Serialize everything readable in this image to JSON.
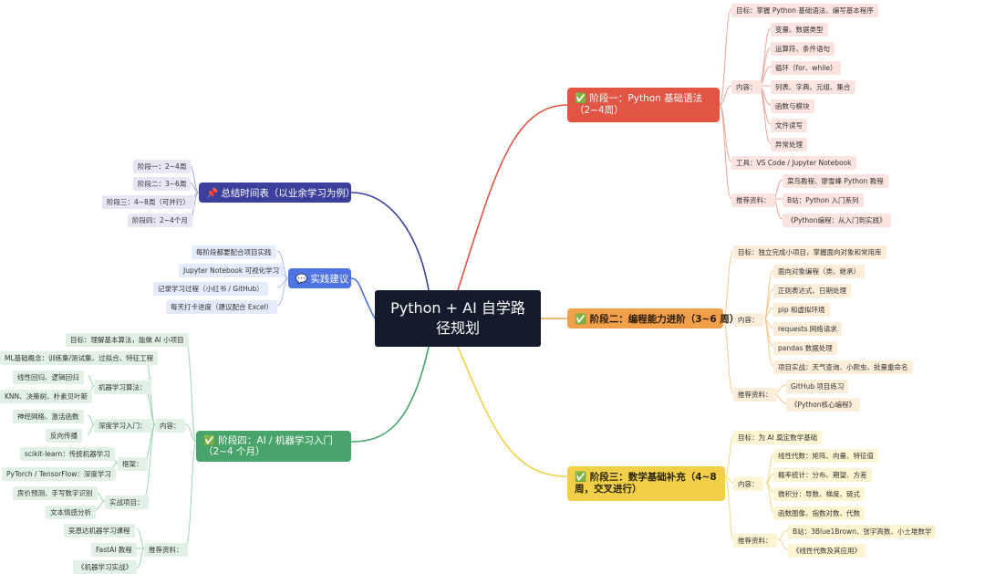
{
  "root": {
    "title": "Python + AI 自学路径规划"
  },
  "stage1": {
    "title": "✅ 阶段一：Python 基础语法（2~4周）",
    "goal": "目标：掌握 Python 基础语法、编写基本程序",
    "content_label": "内容：",
    "content": [
      "变量、数据类型",
      "运算符、条件语句",
      "循环（for、while）",
      "列表、字典、元组、集合",
      "函数与模块",
      "文件读写",
      "异常处理"
    ],
    "tools": "工具：VS Code / Jupyter Notebook",
    "resources_label": "推荐资料：",
    "resources": [
      "菜鸟教程、廖雪峰 Python 教程",
      "B站：Python 入门系列",
      "《Python编程：从入门到实践》"
    ]
  },
  "stage2": {
    "title": "✅ 阶段二：编程能力进阶（3~6 周）",
    "goal": "目标：独立完成小项目，掌握面向对象和常用库",
    "content_label": "内容：",
    "content": [
      "面向对象编程（类、继承）",
      "正则表达式、日期处理",
      "pip 和虚拟环境",
      "requests 网络请求",
      "pandas 数据处理",
      "项目实战：天气查询、小爬虫、批量重命名"
    ],
    "resources_label": "推荐资料：",
    "resources": [
      "GitHub 项目练习",
      "《Python核心编程》"
    ]
  },
  "stage3": {
    "title": "✅ 阶段三：数学基础补充（4~8 周，交叉进行）",
    "goal": "目标：为 AI 奠定数学基础",
    "content_label": "内容：",
    "content": [
      "线性代数：矩阵、向量、特征值",
      "概率统计：分布、期望、方差",
      "微积分：导数、梯度、链式",
      "函数图像、指数对数、代数"
    ],
    "resources_label": "推荐资料：",
    "resources": [
      "B站：3Blue1Brown、张宇高数、小土堆数学",
      "《线性代数及其应用》"
    ]
  },
  "stage4": {
    "title": "✅ 阶段四：AI / 机器学习入门（2~4 个月）",
    "goal": "目标：理解基本算法，能做 AI 小项目",
    "content_label": "内容：",
    "ml_concept": "ML基础概念：训练集/测试集、过拟合、特征工程",
    "algo_label": "机器学习算法：",
    "algos": [
      "线性回归、逻辑回归",
      "KNN、决策树、朴素贝叶斯"
    ],
    "dl_label": "深度学习入门：",
    "dls": [
      "神经网络、激活函数",
      "反向传播"
    ],
    "fw_label": "框架：",
    "fws": [
      "scikit-learn：传统机器学习",
      "PyTorch / TensorFlow：深度学习"
    ],
    "proj_label": "实战项目：",
    "projs": [
      "房价预测、手写数字识别",
      "文本情感分析"
    ],
    "resources_label": "推荐资料：",
    "resources": [
      "吴恩达机器学习课程",
      "FastAI 教程",
      "《机器学习实战》"
    ]
  },
  "timeline": {
    "title": "📌 总结时间表（以业余学习为例）",
    "items": [
      "阶段一：2~4周",
      "阶段二：3~6周",
      "阶段三：4~8周（可并行）",
      "阶段四：2~4个月"
    ]
  },
  "practice": {
    "title": "💬 实践建议",
    "items": [
      "每阶段都要配合项目实践",
      "Jupyter Notebook 可视化学习",
      "记录学习过程（小红书 / GitHub）",
      "每天打卡进度（建议配合 Excel）"
    ]
  },
  "colors": {
    "red": "#e25545",
    "orange": "#f0a04a",
    "yellow": "#f2cf49",
    "green": "#48a46b",
    "navy": "#3c3f9c",
    "blue": "#4f73e3",
    "root": "#141b2d"
  }
}
